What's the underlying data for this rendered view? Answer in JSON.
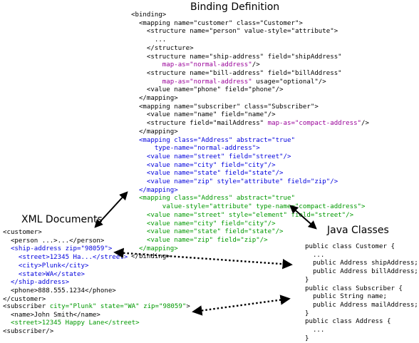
{
  "headings": {
    "binding": "Binding Definition",
    "xml": "XML Documents",
    "java": "Java Classes"
  },
  "colors": {
    "black": "#000000",
    "purple": "#990099",
    "blue": "#0000dd",
    "green": "#009900"
  },
  "binding_lines": [
    [
      {
        "c": "black",
        "t": "<binding>"
      }
    ],
    [
      {
        "c": "black",
        "t": "  <mapping name=\"customer\" class=\"Customer\">"
      }
    ],
    [
      {
        "c": "black",
        "t": "    <structure name=\"person\" value-style=\"attribute\">"
      }
    ],
    [
      {
        "c": "black",
        "t": "      ..."
      }
    ],
    [
      {
        "c": "black",
        "t": "    </structure>"
      }
    ],
    [
      {
        "c": "black",
        "t": "    <structure name=\"ship-address\" field=\"shipAddress\""
      }
    ],
    [
      {
        "c": "purple",
        "t": "        map-as=\"normal-address\""
      },
      {
        "c": "black",
        "t": "/>"
      }
    ],
    [
      {
        "c": "black",
        "t": "    <structure name=\"bill-address\" field=\"billAddress\""
      }
    ],
    [
      {
        "c": "purple",
        "t": "        map-as=\"normal-address\""
      },
      {
        "c": "black",
        "t": " usage=\"optional\"/>"
      }
    ],
    [
      {
        "c": "black",
        "t": "    <value name=\"phone\" field=\"phone\"/>"
      }
    ],
    [
      {
        "c": "black",
        "t": "  </mapping>"
      }
    ],
    [
      {
        "c": "black",
        "t": "  <mapping name=\"subscriber\" class=\"Subscriber\">"
      }
    ],
    [
      {
        "c": "black",
        "t": "    <value name=\"name\" field=\"name\"/>"
      }
    ],
    [
      {
        "c": "black",
        "t": "    <structure field=\"mailAddress\" "
      },
      {
        "c": "purple",
        "t": "map-as=\"compact-address\""
      },
      {
        "c": "black",
        "t": "/>"
      }
    ],
    [
      {
        "c": "black",
        "t": "  </mapping>"
      }
    ],
    [
      {
        "c": "blue",
        "t": "  <mapping class=\"Address\" abstract=\"true\""
      }
    ],
    [
      {
        "c": "blue",
        "t": "      type-name=\"normal-address\">"
      }
    ],
    [
      {
        "c": "blue",
        "t": "    <value name=\"street\" field=\"street\"/>"
      }
    ],
    [
      {
        "c": "blue",
        "t": "    <value name=\"city\" field=\"city\"/>"
      }
    ],
    [
      {
        "c": "blue",
        "t": "    <value name=\"state\" field=\"state\"/>"
      }
    ],
    [
      {
        "c": "blue",
        "t": "    <value name=\"zip\" style=\"attribute\" field=\"zip\"/>"
      }
    ],
    [
      {
        "c": "blue",
        "t": "  </mapping>"
      }
    ],
    [
      {
        "c": "green",
        "t": "  <mapping class=\"Address\" abstract=\"true\""
      }
    ],
    [
      {
        "c": "green",
        "t": "        value-style=\"attribute\" type-name=\"compact-address\">"
      }
    ],
    [
      {
        "c": "green",
        "t": "    <value name=\"street\" style=\"element\" field=\"street\"/>"
      }
    ],
    [
      {
        "c": "green",
        "t": "    <value name=\"city\" field=\"city\"/>"
      }
    ],
    [
      {
        "c": "green",
        "t": "    <value name=\"state\" field=\"state\"/>"
      }
    ],
    [
      {
        "c": "green",
        "t": "    <value name=\"zip\" field=\"zip\"/>"
      }
    ],
    [
      {
        "c": "green",
        "t": "  </mapping>"
      }
    ],
    [
      {
        "c": "black",
        "t": "</binding>"
      }
    ]
  ],
  "xml_customer_lines": [
    [
      {
        "c": "black",
        "t": "<customer>"
      }
    ],
    [
      {
        "c": "black",
        "t": "  <person ...>...</person>"
      }
    ],
    [
      {
        "c": "blue",
        "t": "  <ship-address zip=\"98059\">"
      }
    ],
    [
      {
        "c": "blue",
        "t": "    <street>12345 Ha...</street>"
      }
    ],
    [
      {
        "c": "blue",
        "t": "    <city>Plunk</city>"
      }
    ],
    [
      {
        "c": "blue",
        "t": "    <state>WA</state>"
      }
    ],
    [
      {
        "c": "blue",
        "t": "  </ship-address>"
      }
    ],
    [
      {
        "c": "black",
        "t": "  <phone>888.555.1234</phone>"
      }
    ],
    [
      {
        "c": "black",
        "t": "</customer>"
      }
    ]
  ],
  "xml_subscriber_lines": [
    [
      {
        "c": "black",
        "t": "<subscriber "
      },
      {
        "c": "green",
        "t": "city=\"Plunk\" state=\"WA\" zip=\"98059\""
      },
      {
        "c": "black",
        "t": ">"
      }
    ],
    [
      {
        "c": "black",
        "t": "  <name>John Smith</name>"
      }
    ],
    [
      {
        "c": "green",
        "t": "  <street>12345 Happy Lane</street>"
      }
    ],
    [
      {
        "c": "black",
        "t": "<subscriber/>"
      }
    ]
  ],
  "java_lines": [
    [
      {
        "c": "black",
        "t": "public class Customer {"
      }
    ],
    [
      {
        "c": "black",
        "t": "  ..."
      }
    ],
    [
      {
        "c": "black",
        "t": "  public Address shipAddress;"
      }
    ],
    [
      {
        "c": "black",
        "t": "  public Address billAddress;"
      }
    ],
    [
      {
        "c": "black",
        "t": "}"
      }
    ],
    [
      {
        "c": "black",
        "t": "public class Subscriber {"
      }
    ],
    [
      {
        "c": "black",
        "t": "  public String name;"
      }
    ],
    [
      {
        "c": "black",
        "t": "  public Address mailAddress;"
      }
    ],
    [
      {
        "c": "black",
        "t": "}"
      }
    ],
    [
      {
        "c": "black",
        "t": "public class Address {"
      }
    ],
    [
      {
        "c": "black",
        "t": "  ..."
      }
    ],
    [
      {
        "c": "black",
        "t": "}"
      }
    ]
  ]
}
